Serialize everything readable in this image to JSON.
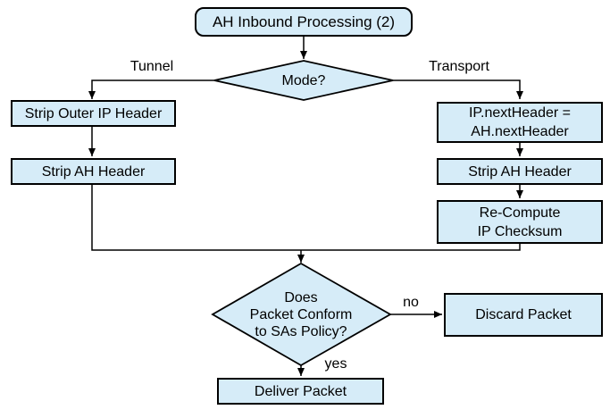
{
  "colors": {
    "node_fill": "#d6ecf8",
    "node_border": "#000000",
    "text": "#000000",
    "background": "#ffffff"
  },
  "nodes": {
    "start": {
      "label": "AH Inbound Processing (2)"
    },
    "mode_decision": {
      "label": "Mode?"
    },
    "strip_outer_ip": {
      "label": "Strip Outer IP Header"
    },
    "strip_ah_tunnel": {
      "label": "Strip AH Header"
    },
    "ip_next_header": {
      "label": "IP.nextHeader =\nAH.nextHeader"
    },
    "strip_ah_transport": {
      "label": "Strip AH Header"
    },
    "recompute_checksum": {
      "label": "Re-Compute\nIP Checksum"
    },
    "policy_decision": {
      "label": "Does\nPacket Conform\nto SAs Policy?"
    },
    "discard": {
      "label": "Discard Packet"
    },
    "deliver": {
      "label": "Deliver Packet"
    }
  },
  "edge_labels": {
    "tunnel": "Tunnel",
    "transport": "Transport",
    "no": "no",
    "yes": "yes"
  }
}
